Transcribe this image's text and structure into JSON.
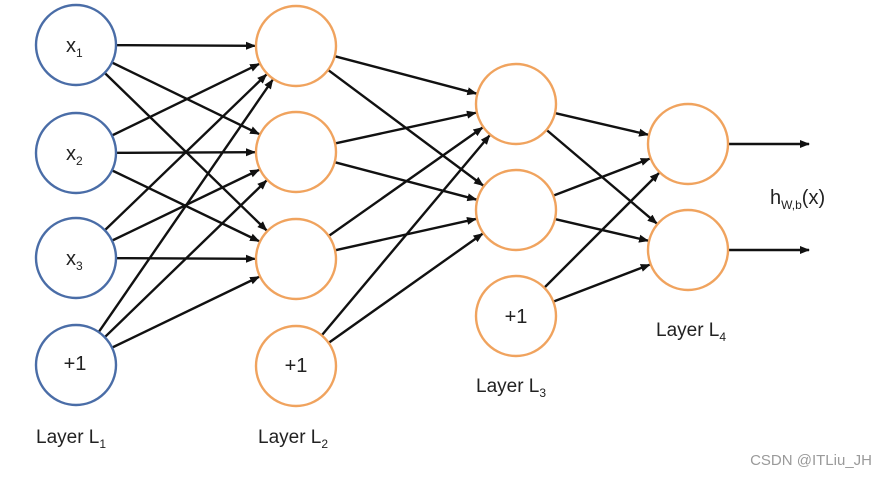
{
  "colors": {
    "input_stroke": "#4a6da7",
    "hidden_stroke": "#f0a35e",
    "edge": "#111111"
  },
  "nodes": {
    "x1": {
      "base": "x",
      "sub": "1"
    },
    "x2": {
      "base": "x",
      "sub": "2"
    },
    "x3": {
      "base": "x",
      "sub": "3"
    },
    "bias1": "+1",
    "bias2": "+1",
    "bias3": "+1"
  },
  "layers": [
    {
      "base": "Layer L",
      "sub": "1"
    },
    {
      "base": "Layer L",
      "sub": "2"
    },
    {
      "base": "Layer L",
      "sub": "3"
    },
    {
      "base": "Layer L",
      "sub": "4"
    }
  ],
  "output": {
    "base": "h",
    "sub": "W,b",
    "suffix": "(x)"
  },
  "watermark": "CSDN @ITLiu_JH"
}
